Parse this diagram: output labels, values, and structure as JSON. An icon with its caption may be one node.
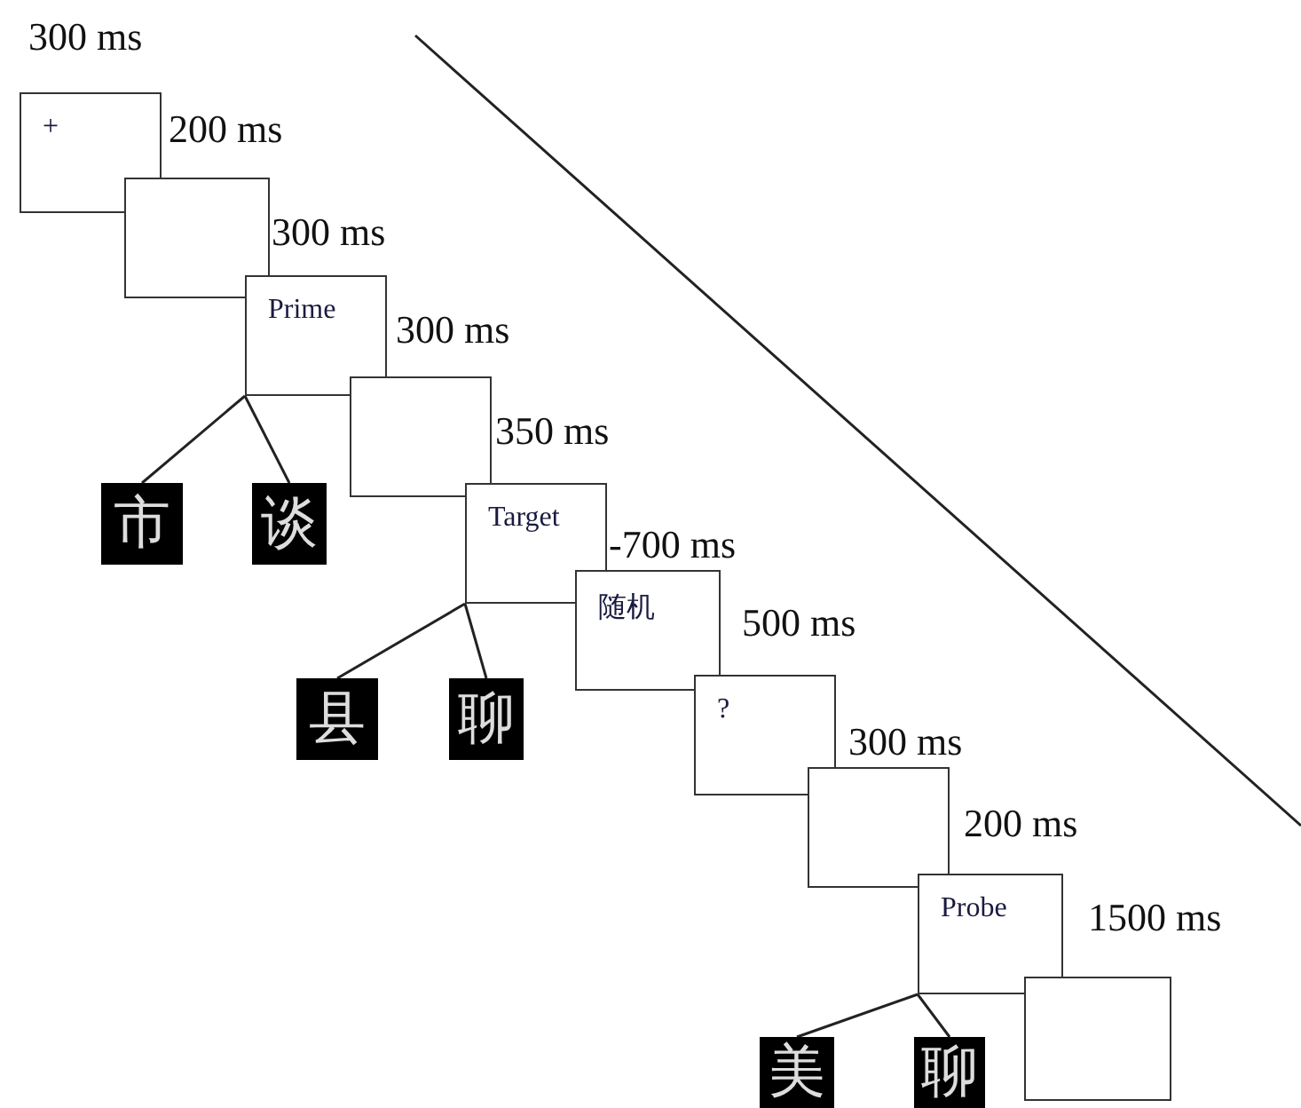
{
  "diagram": {
    "nodes": [
      {
        "text": [
          "+"
        ]
      },
      {
        "text": [],
        "shape": "box"
      },
      {
        "text": [
          "Prime"
        ]
      },
      {
        "text": [],
        "shape": "box"
      },
      {
        "text": [
          "Target"
        ]
      },
      {
        "text": [
          "随机"
        ]
      },
      {
        "text": [
          "?"
        ]
      },
      {
        "text": [],
        "shape": "box"
      },
      {
        "text": [
          "Probe"
        ]
      },
      {
        "text": [],
        "shape": "box"
      },
      {
        "text": [
          "市"
        ]
      },
      {
        "text": [
          "谈"
        ]
      },
      {
        "text": [
          "县"
        ]
      },
      {
        "text": [
          "聊"
        ]
      },
      {
        "text": [
          "美"
        ]
      },
      {
        "text": [
          "聊"
        ]
      }
    ],
    "edges": [
      {
        "from": 2,
        "to": 10,
        "arrow": "none"
      },
      {
        "from": 2,
        "to": 11,
        "arrow": "none"
      },
      {
        "from": 4,
        "to": 12,
        "arrow": "none"
      },
      {
        "from": 4,
        "to": 13,
        "arrow": "none"
      },
      {
        "from": 8,
        "to": 14,
        "arrow": "none"
      },
      {
        "from": 8,
        "to": 15,
        "arrow": "none"
      }
    ],
    "labels": [
      "300 ms",
      "200 ms",
      "300 ms",
      "300 ms",
      "350 ms",
      "-700 ms",
      "500 ms",
      "300 ms",
      "200 ms",
      "1500 ms"
    ]
  }
}
